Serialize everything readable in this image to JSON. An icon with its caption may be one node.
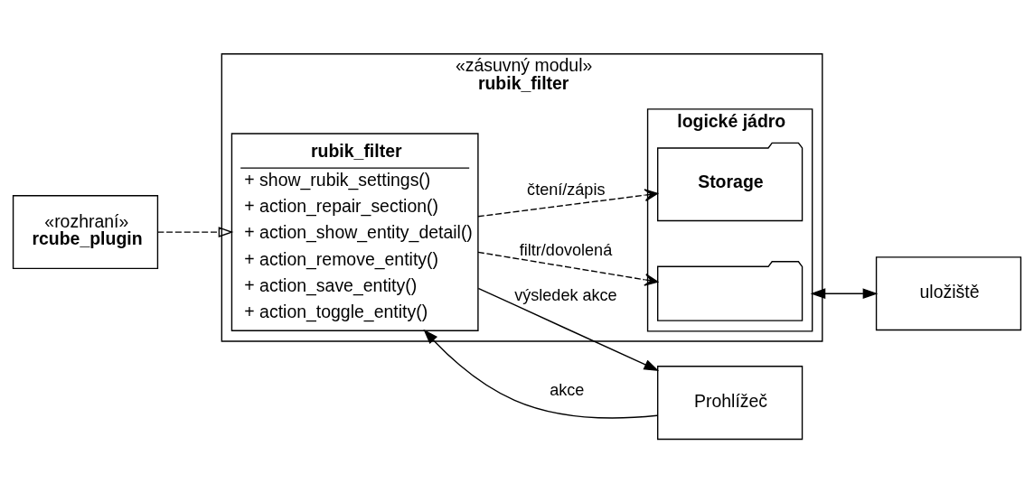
{
  "diagram": {
    "nodes": [
      {
        "text": [
          "«zásuvný modul»",
          "rubik_filter"
        ]
      },
      {
        "text": [
          "rubik_filter",
          "+ show_rubik_settings()",
          "+ action_repair_section()",
          "+ action_show_entity_detail()",
          "+ action_remove_entity()",
          "+ action_save_entity()",
          "+ action_toggle_entity()"
        ],
        "in": 0
      },
      {
        "text": [
          "logické jádro"
        ],
        "in": 0
      },
      {
        "text": [],
        "shape": "folder",
        "in": 2
      },
      {
        "text": [
          "Storage"
        ],
        "in": 2
      },
      {
        "text": [
          "Prohlížeč"
        ]
      },
      {
        "text": [
          "«rozhraní»",
          "rcube_plugin"
        ]
      },
      {
        "text": [
          "uložiště"
        ]
      }
    ],
    "edges": [
      {
        "from": 5,
        "to": 1,
        "arrow": "to",
        "label": "akce"
      },
      {
        "from": 1,
        "to": 5,
        "arrow": "to",
        "label": "výsledek akce"
      },
      {
        "from": 1,
        "to": 3,
        "arrow": "to",
        "label": "filtr/dovolená",
        "style": "dashed"
      },
      {
        "from": 1,
        "to": 4,
        "arrow": "to",
        "label": "čtení/zápis",
        "style": "dashed"
      },
      {
        "from": 6,
        "to": 1,
        "arrow": "to",
        "style": "dashed"
      },
      {
        "from": 2,
        "to": 7,
        "arrow": "both"
      }
    ]
  }
}
